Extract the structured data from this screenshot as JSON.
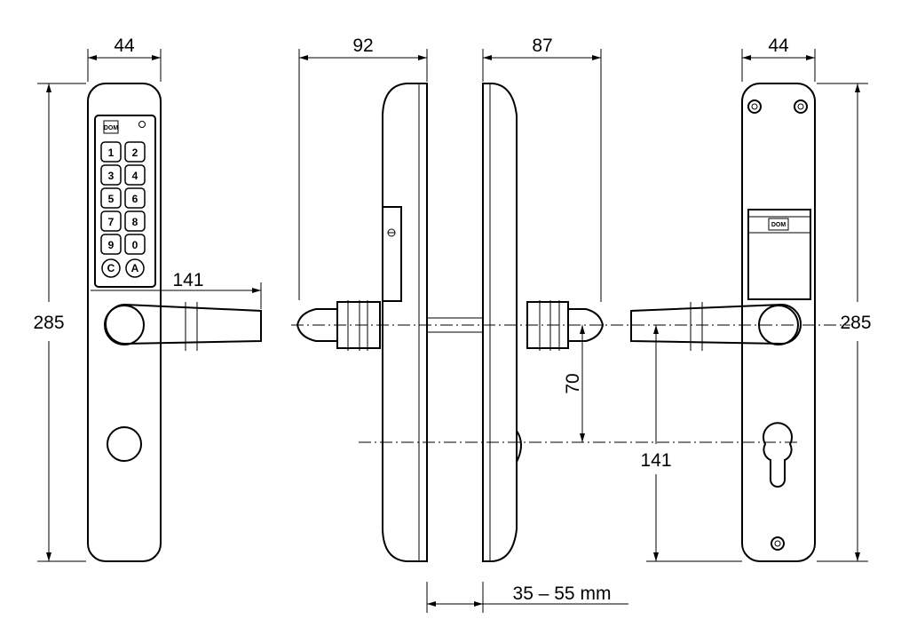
{
  "dimensions": {
    "front_width": "44",
    "back_width": "44",
    "side_left_depth": "92",
    "side_right_depth": "87",
    "height_left": "285",
    "height_right": "285",
    "handle_length_left": "141",
    "handle_to_cylinder_right": "141",
    "handle_offset": "70",
    "door_thickness": "35 – 55 mm"
  },
  "keypad": {
    "keys": [
      "1",
      "2",
      "3",
      "4",
      "5",
      "6",
      "7",
      "8",
      "9",
      "0",
      "C",
      "A"
    ],
    "logo": "DOM"
  },
  "back_plate": {
    "logo": "DOM"
  }
}
